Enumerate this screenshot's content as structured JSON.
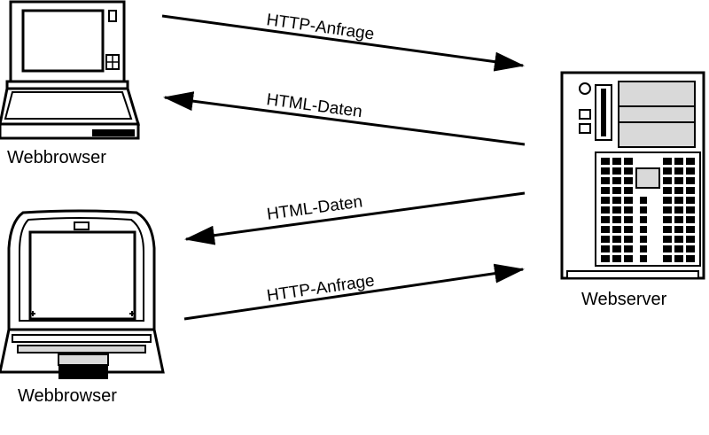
{
  "nodes": {
    "browser_top": {
      "label": "Webbrowser",
      "icon": "laptop-icon"
    },
    "browser_bottom": {
      "label": "Webbrowser",
      "icon": "imac-computer-icon"
    },
    "server": {
      "label": "Webserver",
      "icon": "server-tower-icon"
    }
  },
  "arrows": {
    "top_request": {
      "label": "HTTP-Anfrage",
      "direction": "to-server"
    },
    "top_response": {
      "label": "HTML-Daten",
      "direction": "to-browser"
    },
    "bottom_response": {
      "label": "HTML-Daten",
      "direction": "to-browser"
    },
    "bottom_request": {
      "label": "HTTP-Anfrage",
      "direction": "to-server"
    }
  },
  "colors": {
    "line": "#000000",
    "fill_light": "#d9d9d9",
    "fill_dark": "#000000",
    "background": "#ffffff"
  }
}
